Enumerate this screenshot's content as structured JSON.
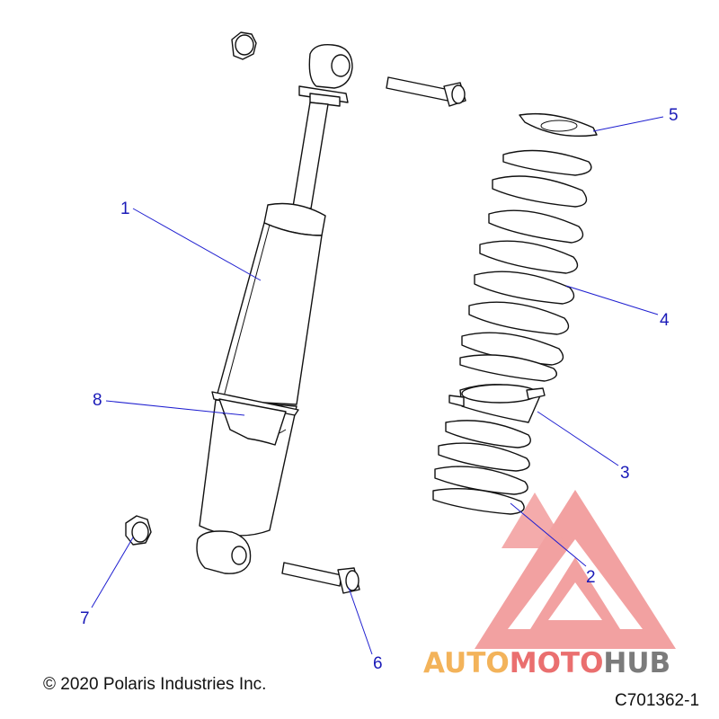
{
  "diagram": {
    "callouts": [
      "1",
      "2",
      "3",
      "4",
      "5",
      "6",
      "7",
      "8"
    ],
    "copyright": "© 2020 Polaris Industries Inc.",
    "part_code": "C701362-1"
  },
  "watermark": {
    "word_orange": "AUTO",
    "word_red": "MOTO",
    "word_gray": "HUB",
    "colors": {
      "orange": "#f3b35a",
      "red": "#ea6f6f",
      "gray": "#7b7b7b",
      "triangle": "#ef8a8a"
    }
  }
}
